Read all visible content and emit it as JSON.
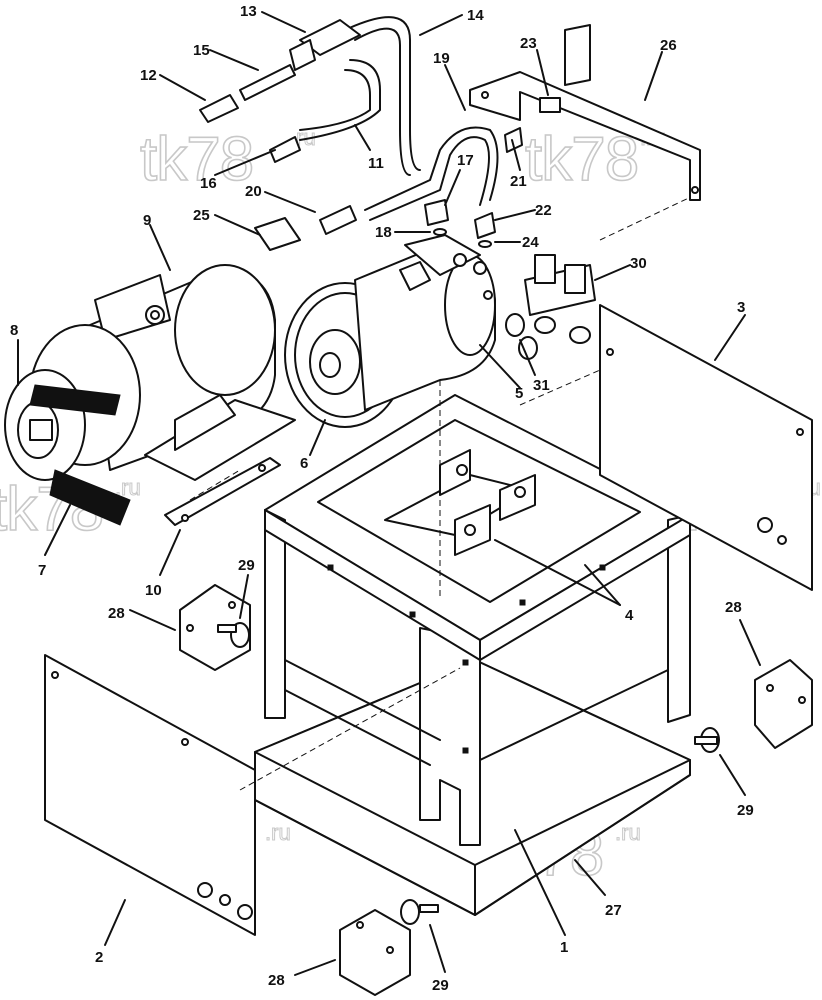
{
  "watermark": {
    "text": "tk78",
    "suffix": ".ru"
  },
  "callouts": [
    {
      "id": "c1",
      "label": "1"
    },
    {
      "id": "c2",
      "label": "2"
    },
    {
      "id": "c3",
      "label": "3"
    },
    {
      "id": "c4",
      "label": "4"
    },
    {
      "id": "c5",
      "label": "5"
    },
    {
      "id": "c6",
      "label": "6"
    },
    {
      "id": "c7",
      "label": "7"
    },
    {
      "id": "c8",
      "label": "8"
    },
    {
      "id": "c9",
      "label": "9"
    },
    {
      "id": "c10",
      "label": "10"
    },
    {
      "id": "c11",
      "label": "11"
    },
    {
      "id": "c12",
      "label": "12"
    },
    {
      "id": "c13",
      "label": "13"
    },
    {
      "id": "c14",
      "label": "14"
    },
    {
      "id": "c15",
      "label": "15"
    },
    {
      "id": "c16",
      "label": "16"
    },
    {
      "id": "c17",
      "label": "17"
    },
    {
      "id": "c18",
      "label": "18"
    },
    {
      "id": "c19",
      "label": "19"
    },
    {
      "id": "c20",
      "label": "20"
    },
    {
      "id": "c21",
      "label": "21"
    },
    {
      "id": "c22",
      "label": "22"
    },
    {
      "id": "c23",
      "label": "23"
    },
    {
      "id": "c24",
      "label": "24"
    },
    {
      "id": "c25",
      "label": "25"
    },
    {
      "id": "c26",
      "label": "26"
    },
    {
      "id": "c27",
      "label": "27"
    },
    {
      "id": "c28a",
      "label": "28"
    },
    {
      "id": "c28b",
      "label": "28"
    },
    {
      "id": "c28c",
      "label": "28"
    },
    {
      "id": "c29a",
      "label": "29"
    },
    {
      "id": "c29b",
      "label": "29"
    },
    {
      "id": "c29c",
      "label": "29"
    },
    {
      "id": "c30",
      "label": "30"
    },
    {
      "id": "c31",
      "label": "31"
    }
  ]
}
